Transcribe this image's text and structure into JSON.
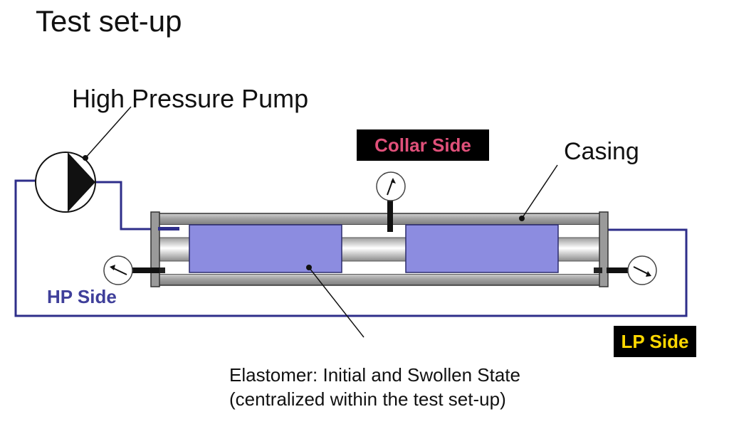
{
  "title": "Test set-up",
  "labels": {
    "pump": "High Pressure Pump",
    "casing": "Casing",
    "collar_side": "Collar Side",
    "hp_side": "HP Side",
    "lp_side": "LP Side",
    "elastomer_line1": "Elastomer: Initial and Swollen State",
    "elastomer_line2": "(centralized within the test set-up)"
  },
  "colors": {
    "pipe_line": "#2e2e8a",
    "elastomer": "#8c8ce0",
    "casing": "#a9a9a9",
    "collar_text": "#e0507a",
    "lp_text": "#ffd800",
    "hp_text": "#3f3f9a"
  },
  "icons": [
    "pump-icon",
    "pressure-gauge-icon"
  ]
}
